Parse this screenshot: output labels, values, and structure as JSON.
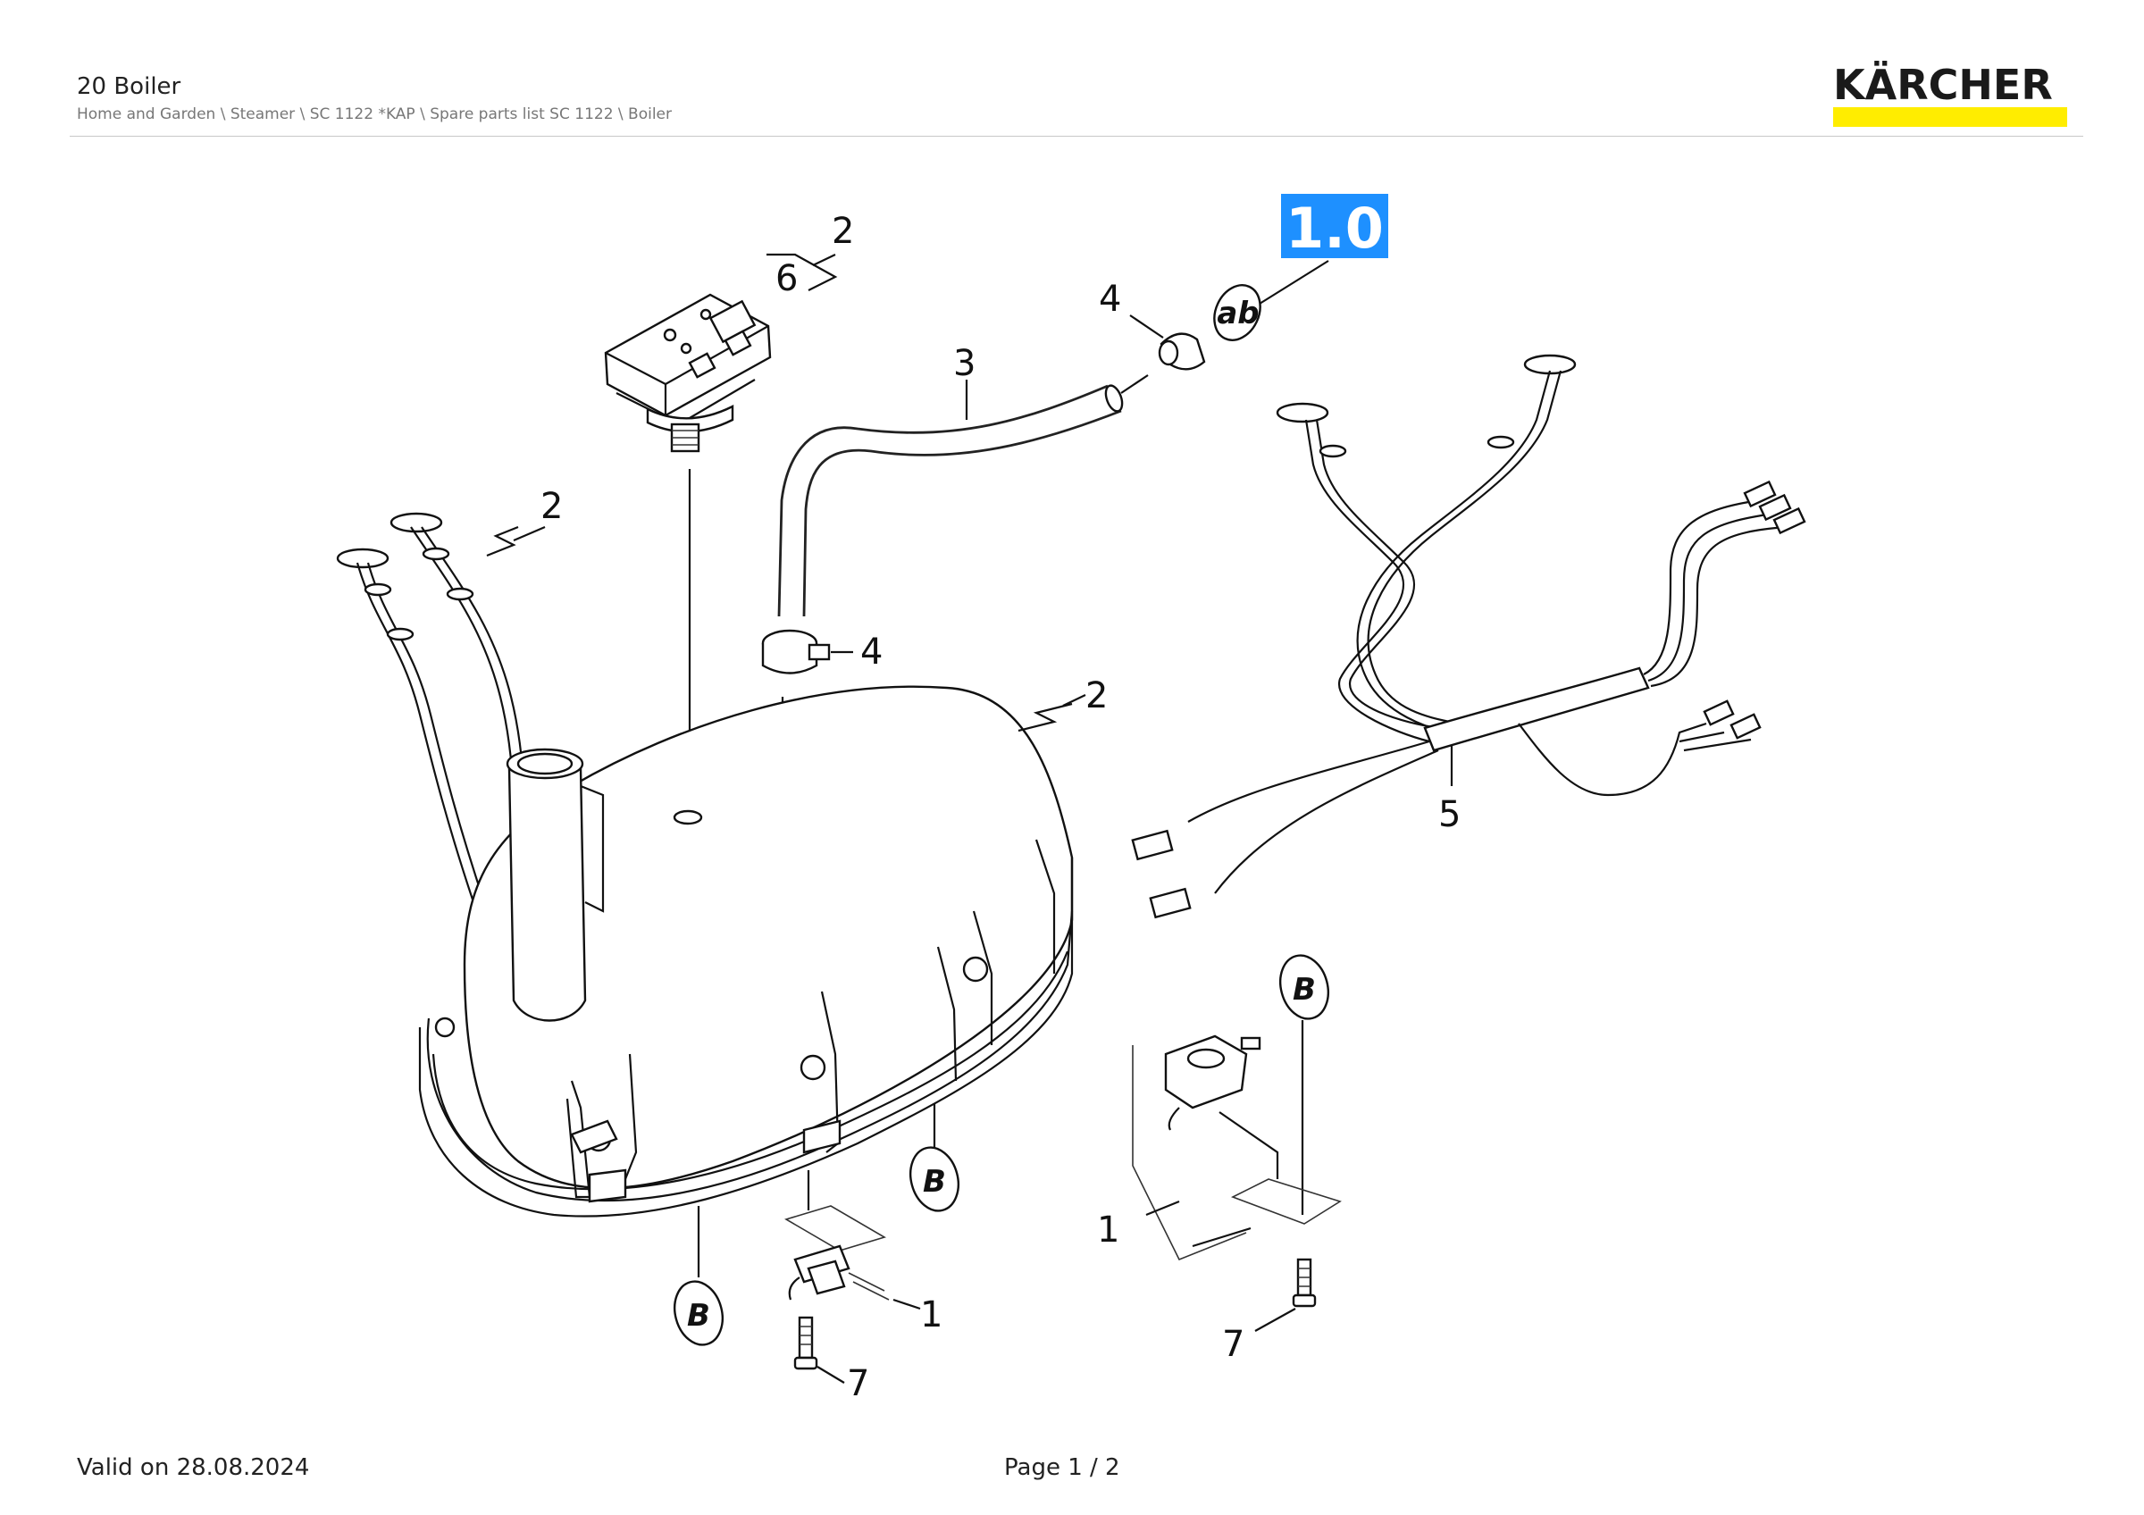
{
  "header": {
    "title": "20 Boiler",
    "breadcrumb": "Home and Garden \\ Steamer \\ SC 1122 *KAP \\ Spare parts list SC 1122 \\ Boiler"
  },
  "brand": {
    "name": "KÄRCHER",
    "bar_color": "#ffed00",
    "text_color": "#1a1a1a"
  },
  "diagram": {
    "version_badge": "1.0",
    "badge_color": "#1e90ff",
    "circle_label_ab": "ab",
    "circle_label_b": "B",
    "callouts": {
      "c2_top": "2",
      "c6": "6",
      "c3": "3",
      "c4_top": "4",
      "c2_left": "2",
      "c4_mid": "4",
      "c2_right": "2",
      "c5": "5",
      "c1_bottom": "1",
      "c7_bottom": "7",
      "c1_right": "1",
      "c7_right": "7"
    }
  },
  "footer": {
    "valid": "Valid on 28.08.2024",
    "page": "Page 1 / 2"
  }
}
